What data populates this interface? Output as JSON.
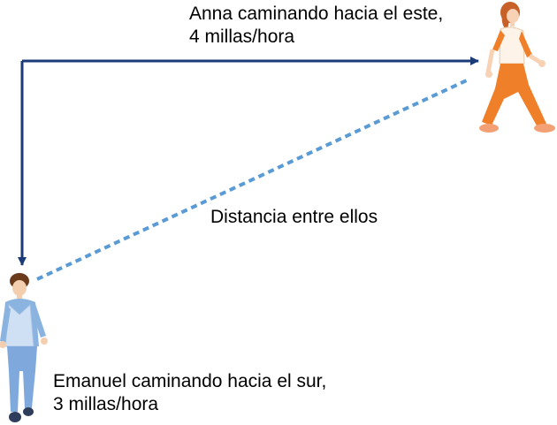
{
  "labels": {
    "anna_line1": "Anna caminando hacia el este,",
    "anna_line2": "4 millas/hora",
    "distance": "Distancia entre ellos",
    "emanuel_line1": "Emanuel caminando hacia el sur,",
    "emanuel_line2": "3 millas/hora"
  },
  "colors": {
    "path_arrow": "#1b3a78",
    "distance_line": "#5b9bd5",
    "anna_clothes": "#f07f2a",
    "emanuel_clothes": "#7fa9dc"
  },
  "icons": {
    "anna": "walking-woman-icon",
    "emanuel": "walking-man-icon"
  }
}
